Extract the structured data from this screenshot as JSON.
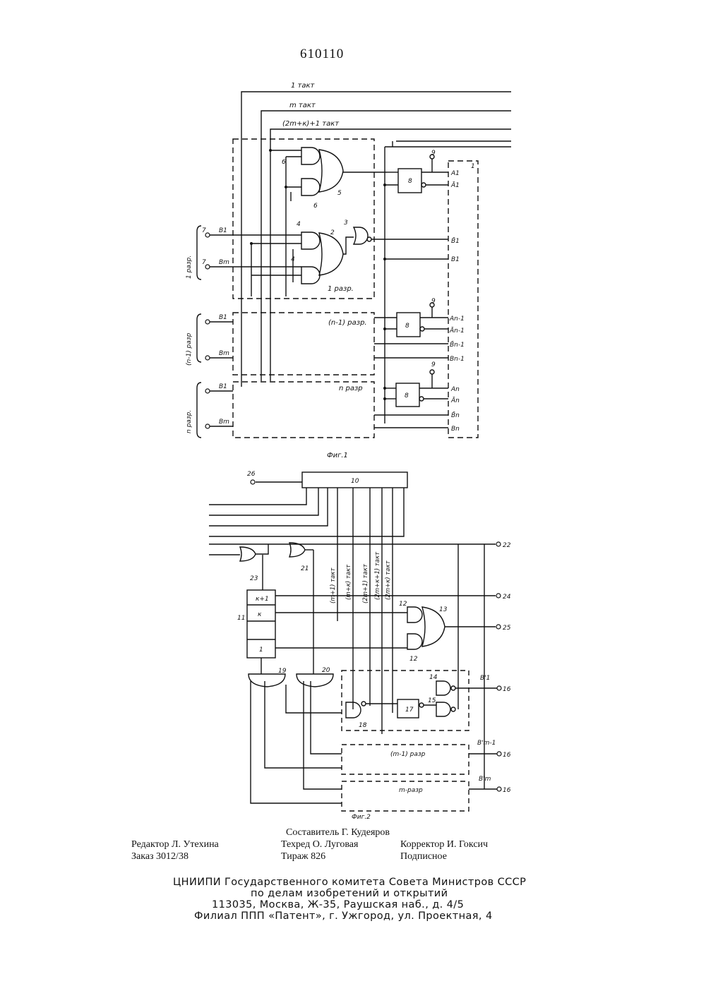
{
  "page_number": "610110",
  "fig1": {
    "caption": "Фиг.1",
    "bus_labels": [
      "1 такт",
      "m такт",
      "(2m+к)+1 такт"
    ],
    "group_labels": [
      "1 разр.",
      "(n-1) разр",
      "n разр."
    ],
    "block_labels": [
      "1 разр.",
      "(n-1) разр.",
      "n разр"
    ],
    "inputs": [
      "B1",
      "Bm"
    ],
    "outputs": [
      "A1",
      "Ā1",
      "B̄1",
      "B1",
      "An-1",
      "Ān-1",
      "B̄n-1",
      "Bn-1",
      "An",
      "Ān",
      "B̄n",
      "Bn"
    ],
    "element_numbers": [
      "1",
      "2",
      "3",
      "4",
      "5",
      "6",
      "7",
      "8",
      "9"
    ]
  },
  "fig2": {
    "caption": "Фиг.2",
    "tact_labels": [
      "(m+1) такт",
      "(m+к) такт",
      "(2m+1) такт",
      "(2m+к+1) такт",
      "(2m+к) такт"
    ],
    "counter_cells": [
      "к+1",
      "к",
      "1"
    ],
    "block_labels": [
      "(m-1) разр",
      "m-разр"
    ],
    "outputs": [
      "B'1",
      "B'm-1",
      "B'm"
    ],
    "terminal_numbers": [
      "26",
      "22",
      "24",
      "25",
      "16",
      "16",
      "16"
    ],
    "element_numbers": [
      "10",
      "11",
      "12",
      "13",
      "14",
      "15",
      "17",
      "18",
      "19",
      "20",
      "21",
      "23"
    ]
  },
  "footer": {
    "compiler": "Составитель Г. Кудеяров",
    "editor": "Редактор Л. Утехина",
    "techred": "Техред О. Луговая",
    "corrector": "Корректор И. Гоксич",
    "order": "Заказ 3012/38",
    "circulation": "Тираж 826",
    "subscription": "Подписное",
    "org_line1": "ЦНИИПИ Государственного комитета Совета Министров СССР",
    "org_line2": "по делам изобретений и открытий",
    "org_line3": "113035, Москва, Ж-35, Раушская наб., д. 4/5",
    "org_line4": "Филиал ППП «Патент», г. Ужгород, ул. Проектная, 4"
  }
}
